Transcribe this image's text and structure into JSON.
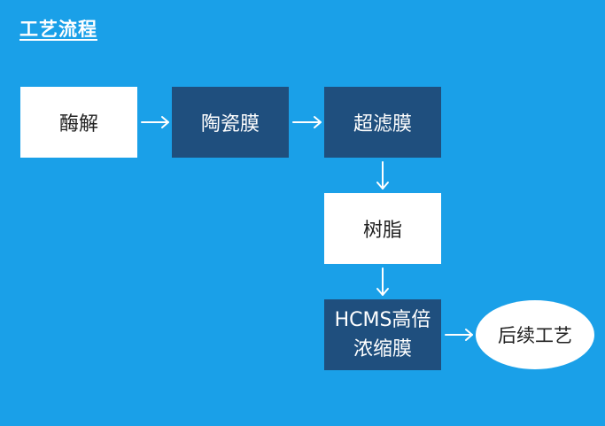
{
  "title": "工艺流程",
  "steps": {
    "enzymolysis": "酶解",
    "ceramic_membrane": "陶瓷膜",
    "ultrafiltration_membrane": "超滤膜",
    "resin": "树脂",
    "hcms_line1": "HCMS高倍",
    "hcms_line2": "浓缩膜",
    "subsequent_process": "后续工艺"
  },
  "colors": {
    "background": "#1aa0e8",
    "dark_box": "#1f4f7e",
    "light_box": "#ffffff",
    "arrow": "#ffffff"
  }
}
